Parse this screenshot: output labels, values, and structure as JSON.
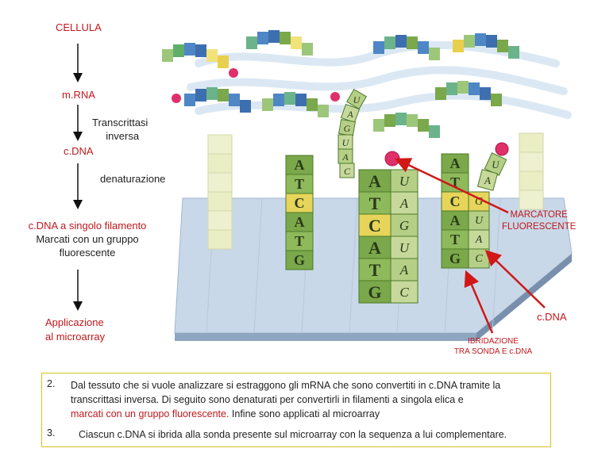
{
  "flow": {
    "cellula": "CELLULA",
    "mrna": "m.RNA",
    "transcr_1": "Transcrittasi",
    "transcr_2": "inversa",
    "cdna": "c.DNA",
    "denat": "denaturazione",
    "single_1": "c.DNA a singolo filamento",
    "single_2": "Marcati con un gruppo",
    "single_3": "fluorescente",
    "appl_1": "Applicazione",
    "appl_2": "al microarray"
  },
  "callouts": {
    "marcatore_1": "MARCATORE",
    "marcatore_2": "FLUORESCENTE",
    "cdna": "c.DNA",
    "ibrid_1": "IBRIDAZIONE",
    "ibrid_2": "TRA SONDA E c.DNA"
  },
  "bases": {
    "col1": [
      "A",
      "T",
      "C",
      "A",
      "T",
      "G"
    ],
    "col2_dna": [
      "A",
      "T",
      "C",
      "A",
      "T",
      "G"
    ],
    "col2_rna": [
      "U",
      "A",
      "G",
      "U",
      "A",
      "C"
    ],
    "col3_dna": [
      "A",
      "T",
      "C",
      "A",
      "T",
      "G"
    ],
    "col3_rna": [
      "U",
      "A",
      "G",
      "U",
      "A",
      "C"
    ],
    "curl": [
      "U",
      "A",
      "G",
      "U",
      "A",
      "C"
    ]
  },
  "notes": {
    "n2_num": "2.",
    "n2_line1": "Dal tessuto che si vuole analizzare si estraggono gli mRNA  che sono convertiti in c.DNA tramite la",
    "n2_line2": "transcrittasi  inversa.  Di  seguito  sono  denaturati  per    convertirli  in  filamenti  a  singola  elica  e",
    "n2_line3_red": "marcati  con un gruppo fluorescente.",
    "n2_line3_rest": " Infine   sono  applicati al microarray",
    "n3_num": "3.",
    "n3_text": "Ciascun c.DNA si ibrida alla sonda presente sul microarray con la sequenza a lui complementare."
  },
  "colors": {
    "accent_red": "#c0181c",
    "tile_green": "#7aa84a",
    "tile_blue": "#4f86c6",
    "box_border": "#d4c21f"
  }
}
